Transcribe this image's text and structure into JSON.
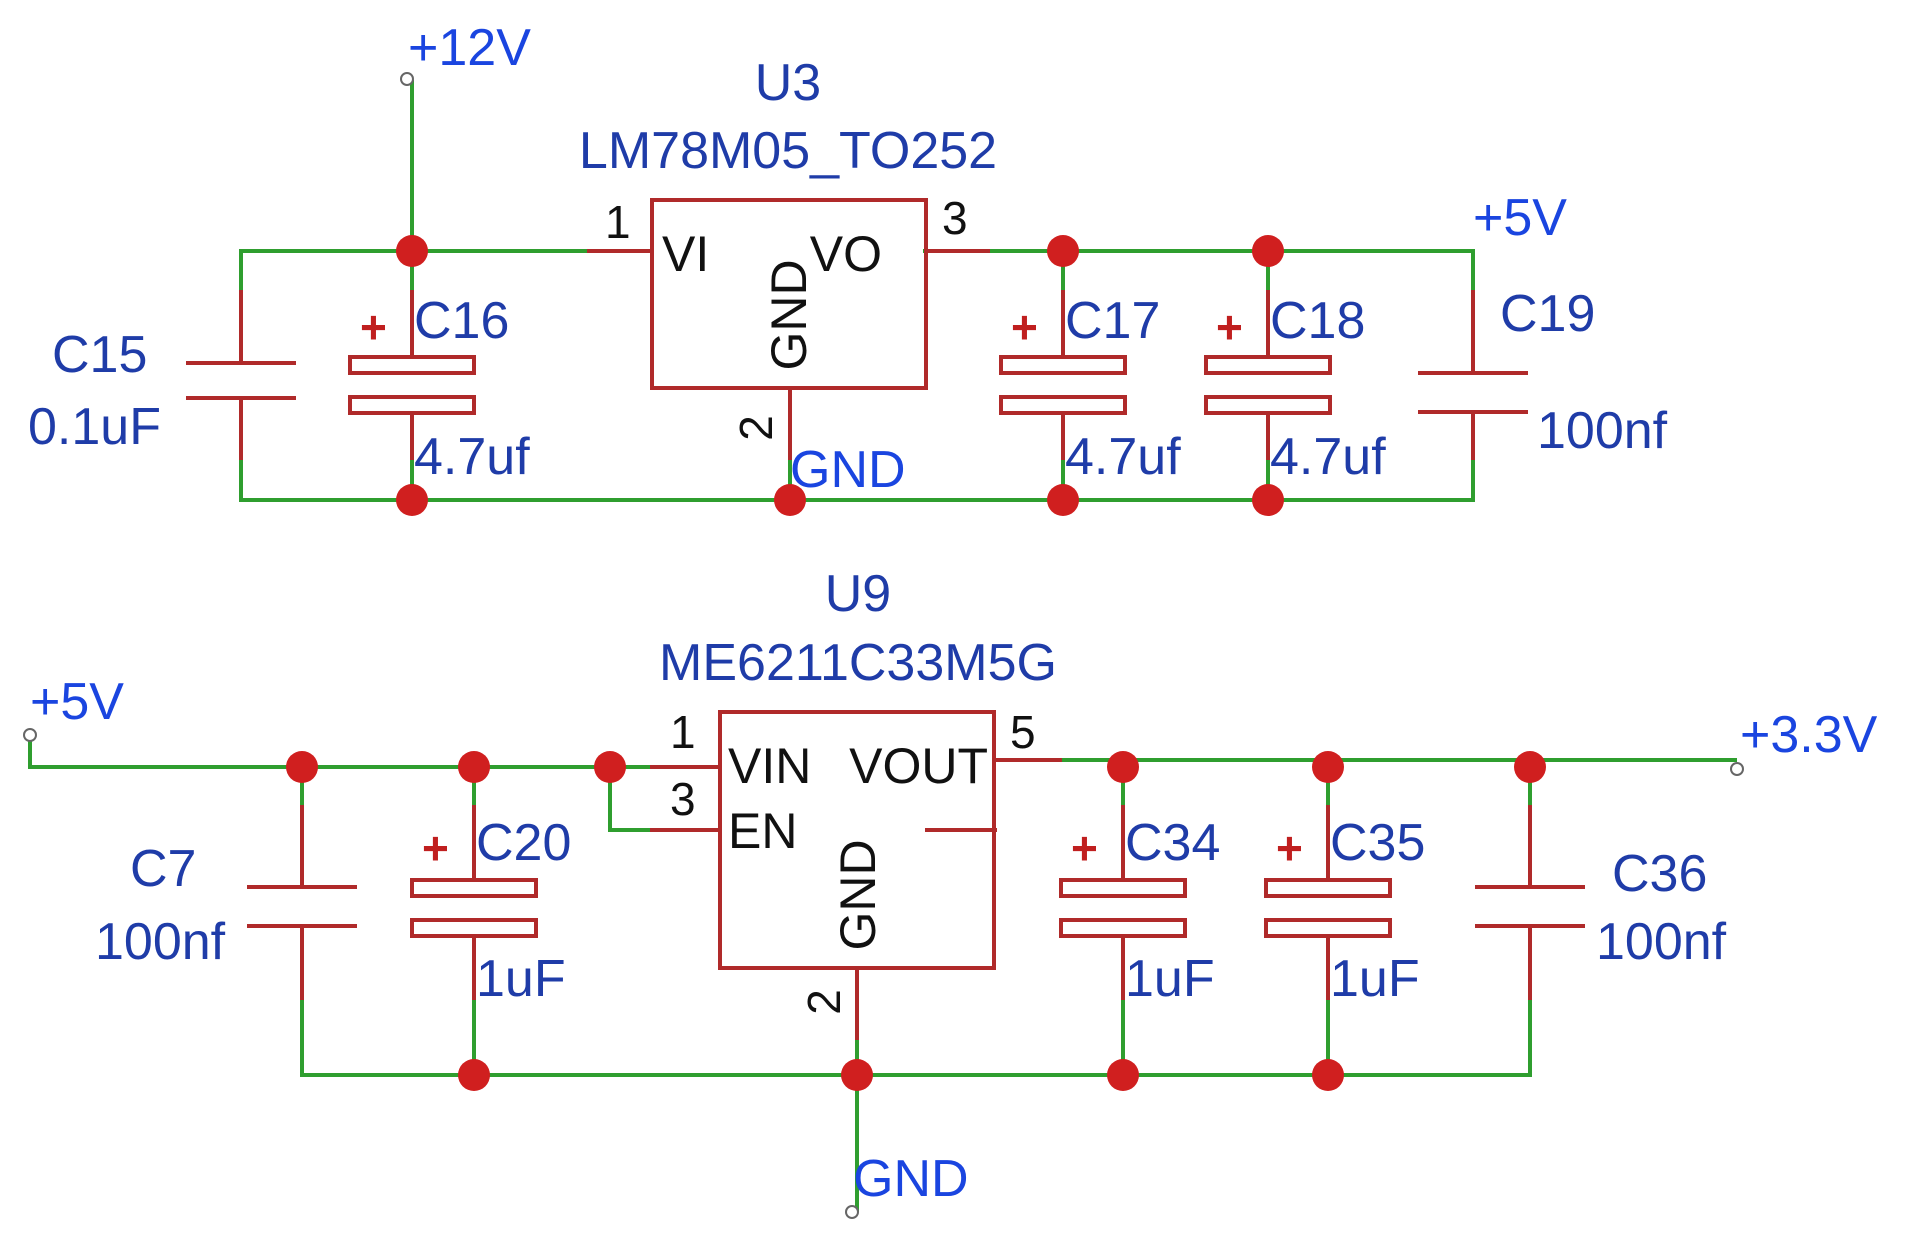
{
  "regulator_5v": {
    "designator": "U3",
    "part": "LM78M05_TO252",
    "pins": [
      {
        "number": "1",
        "name": "VI"
      },
      {
        "number": "2",
        "name": "GND"
      },
      {
        "number": "3",
        "name": "VO"
      }
    ],
    "input_net": "+12V",
    "output_net": "+5V",
    "ground_net": "GND",
    "capacitors": [
      {
        "designator": "C15",
        "value": "0.1uF",
        "polarized": false
      },
      {
        "designator": "C16",
        "value": "4.7uf",
        "polarized": true
      },
      {
        "designator": "C17",
        "value": "4.7uf",
        "polarized": true
      },
      {
        "designator": "C18",
        "value": "4.7uf",
        "polarized": true
      },
      {
        "designator": "C19",
        "value": "100nf",
        "polarized": false
      }
    ]
  },
  "regulator_3v3": {
    "designator": "U9",
    "part": "ME6211C33M5G",
    "pins": [
      {
        "number": "1",
        "name": "VIN"
      },
      {
        "number": "2",
        "name": "GND"
      },
      {
        "number": "3",
        "name": "EN"
      },
      {
        "number": "5",
        "name": "VOUT"
      }
    ],
    "input_net": "+5V",
    "output_net": "+3.3V",
    "ground_net": "GND",
    "capacitors": [
      {
        "designator": "C7",
        "value": "100nf",
        "polarized": false
      },
      {
        "designator": "C20",
        "value": "1uF",
        "polarized": true
      },
      {
        "designator": "C34",
        "value": "1uF",
        "polarized": true
      },
      {
        "designator": "C35",
        "value": "1uF",
        "polarized": true
      },
      {
        "designator": "C36",
        "value": "100nf",
        "polarized": false
      }
    ]
  },
  "symbols": {
    "polarity_mark": "+"
  },
  "colors": {
    "wire": "#2f9e2f",
    "component": "#b02a2a",
    "junction": "#d01f1f",
    "label": "#1f3ca8",
    "net_label": "#1a45e0"
  }
}
